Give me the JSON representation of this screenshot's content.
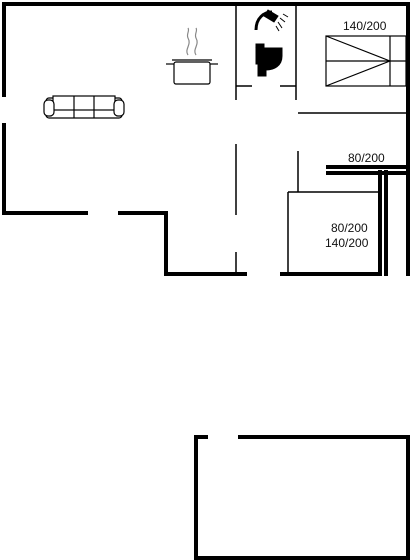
{
  "labels": {
    "bed_top": "140/200",
    "bed_middle": "80/200",
    "bed_lower_a": "80/200",
    "bed_lower_b": "140/200"
  },
  "icons": {
    "sofa": "sofa-icon",
    "cooking_pot": "cooking-pot-icon",
    "shower": "shower-icon",
    "toilet": "toilet-icon",
    "double_bed": "double-bed-icon",
    "single_bed": "single-bed-icon"
  },
  "colors": {
    "wall": "#000000",
    "background": "#ffffff"
  }
}
